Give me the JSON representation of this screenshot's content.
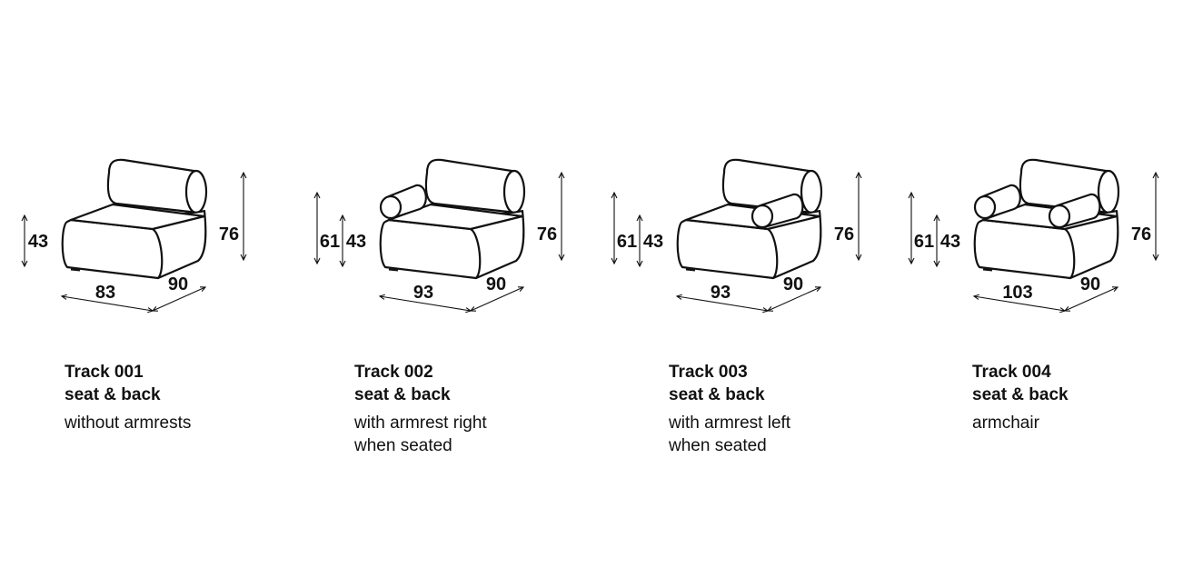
{
  "modules": [
    {
      "variant": "none",
      "title": "Track 001",
      "subtitle": "seat & back",
      "description": "without armrests",
      "dims": {
        "width": "83",
        "depth": "90",
        "height": "76",
        "seat": "43",
        "arm": ""
      }
    },
    {
      "variant": "right",
      "title": "Track 002",
      "subtitle": "seat & back",
      "description": "with armrest right\nwhen seated",
      "dims": {
        "width": "93",
        "depth": "90",
        "height": "76",
        "seat": "43",
        "arm": "61"
      }
    },
    {
      "variant": "left",
      "title": "Track 003",
      "subtitle": "seat & back",
      "description": "with armrest left\nwhen seated",
      "dims": {
        "width": "93",
        "depth": "90",
        "height": "76",
        "seat": "43",
        "arm": "61"
      }
    },
    {
      "variant": "both",
      "title": "Track 004",
      "subtitle": "seat & back",
      "description": "armchair",
      "dims": {
        "width": "103",
        "depth": "90",
        "height": "76",
        "seat": "43",
        "arm": "61"
      }
    }
  ]
}
